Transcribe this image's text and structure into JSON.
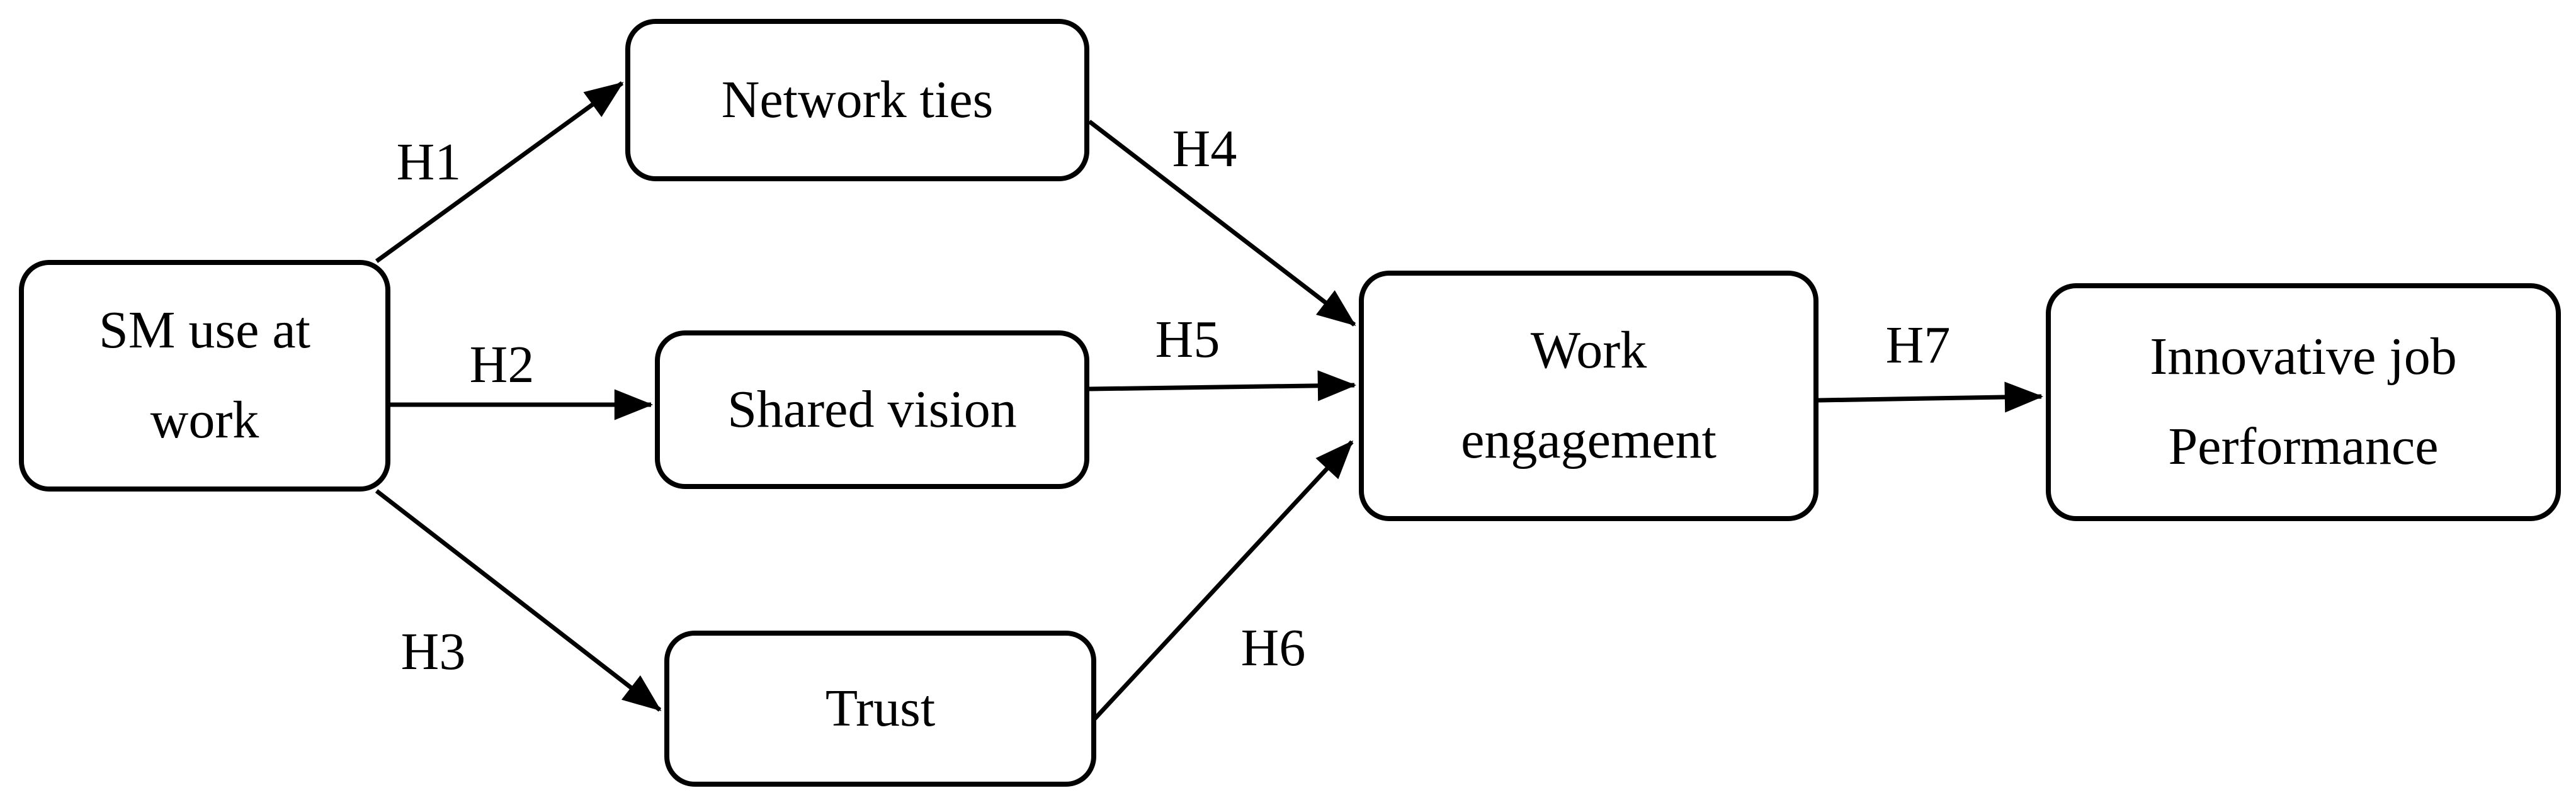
{
  "diagram": {
    "type": "path-model",
    "background": "#ffffff",
    "colors": {
      "stroke": "#000000",
      "box_fill": "#ffffff",
      "text": "#000000"
    },
    "nodes": [
      {
        "id": "sm-use-at-work",
        "lines": [
          "SM use at",
          "work"
        ]
      },
      {
        "id": "network-ties",
        "lines": [
          "Network ties"
        ]
      },
      {
        "id": "shared-vision",
        "lines": [
          "Shared vision"
        ]
      },
      {
        "id": "trust",
        "lines": [
          "Trust"
        ]
      },
      {
        "id": "work-engagement",
        "lines": [
          "Work",
          "engagement"
        ]
      },
      {
        "id": "innovative-job-performance",
        "lines": [
          "Innovative job",
          "Performance"
        ]
      }
    ],
    "edges": [
      {
        "label": "H1",
        "from": "sm-use-at-work",
        "to": "network-ties"
      },
      {
        "label": "H2",
        "from": "sm-use-at-work",
        "to": "shared-vision"
      },
      {
        "label": "H3",
        "from": "sm-use-at-work",
        "to": "trust"
      },
      {
        "label": "H4",
        "from": "network-ties",
        "to": "work-engagement"
      },
      {
        "label": "H5",
        "from": "shared-vision",
        "to": "work-engagement"
      },
      {
        "label": "H6",
        "from": "trust",
        "to": "work-engagement"
      },
      {
        "label": "H7",
        "from": "work-engagement",
        "to": "innovative-job-performance"
      }
    ]
  }
}
